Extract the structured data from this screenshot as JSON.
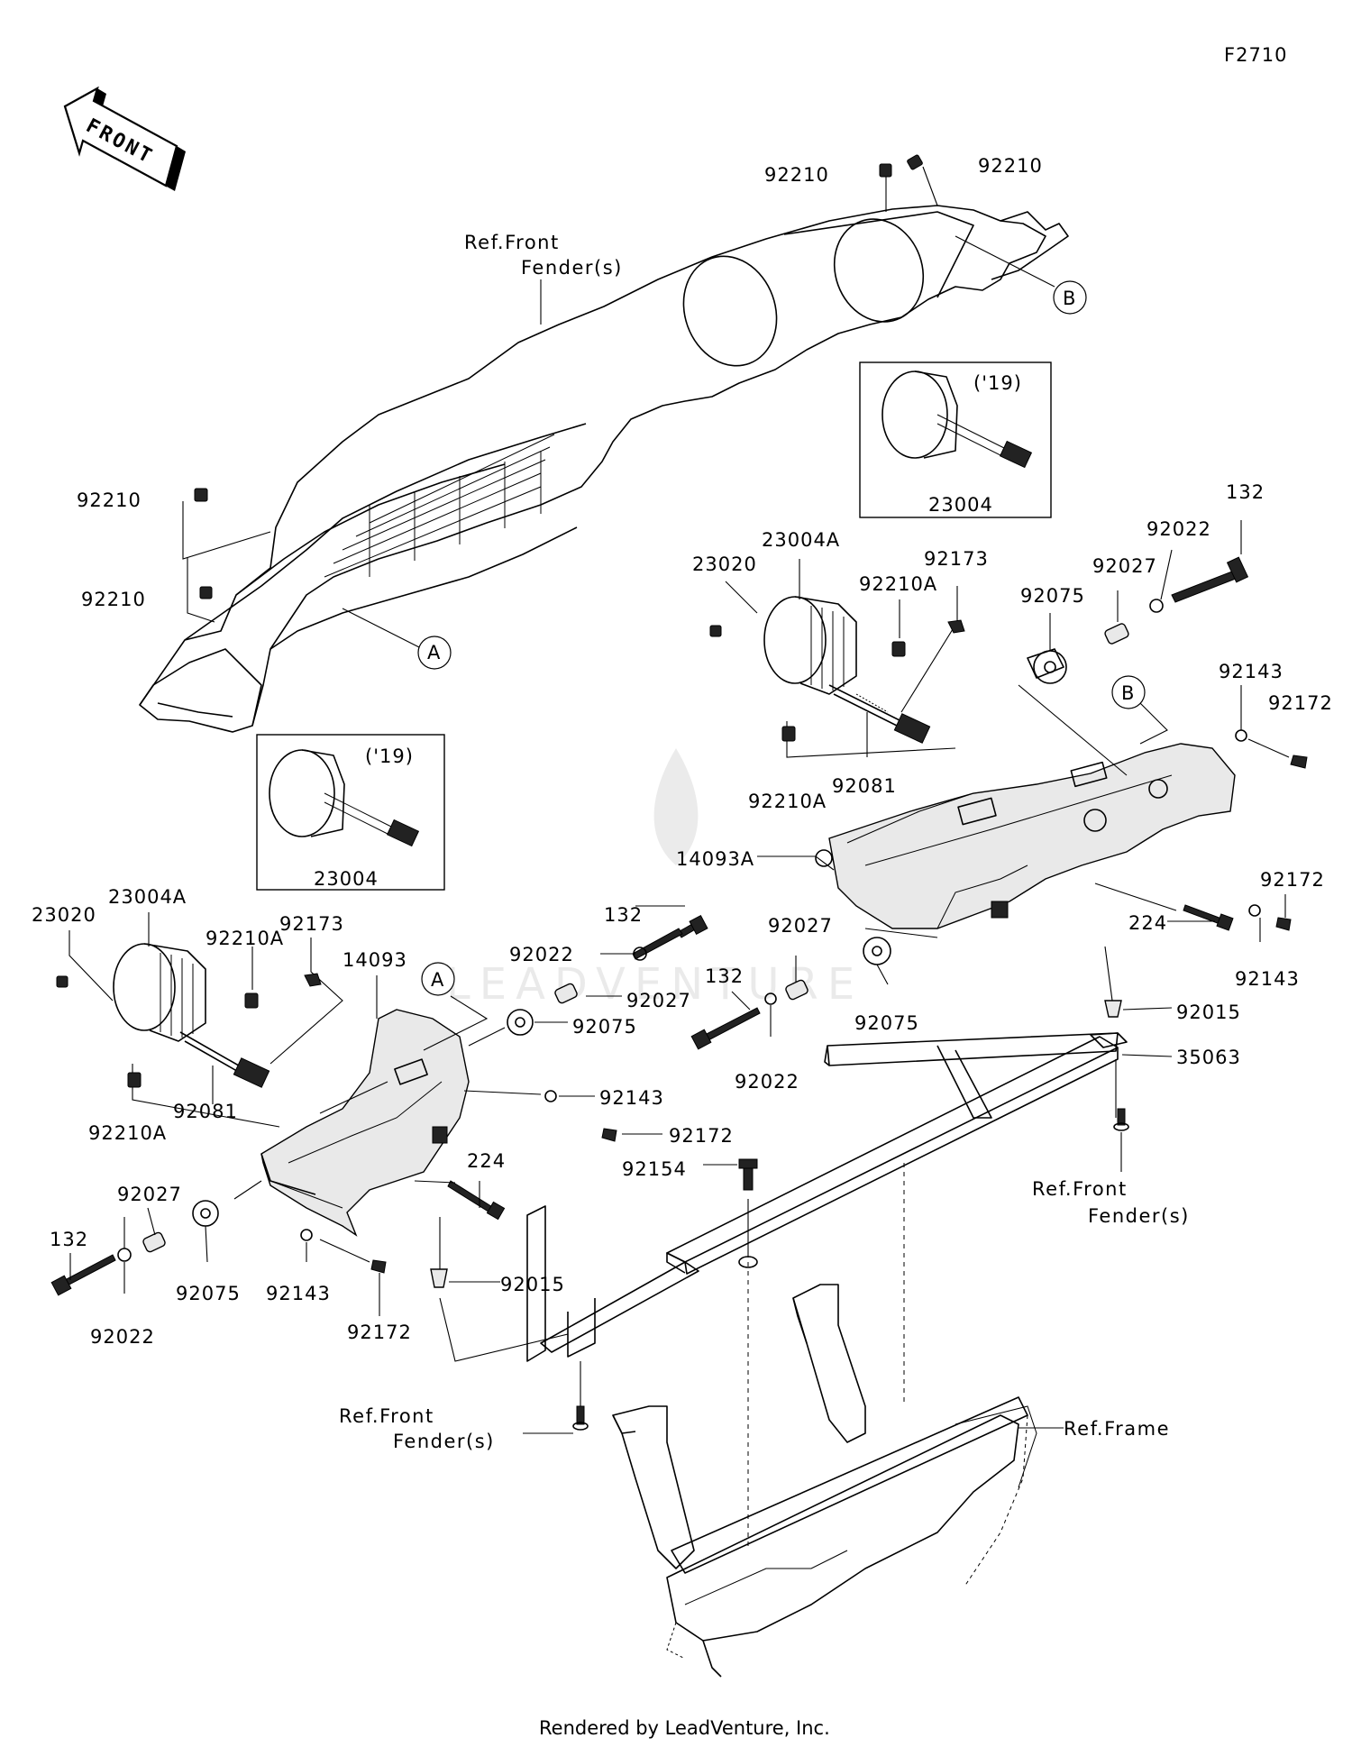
{
  "figure_id": "F2710",
  "front_label": "FRONT",
  "footer": "Rendered by LeadVenture, Inc.",
  "watermark": "LEADVENTURE",
  "callouts": {
    "a": "A",
    "b": "B"
  },
  "inset_variant": "('19)",
  "refs": {
    "front_fender_line1": "Ref.Front",
    "front_fender_line2": "Fender(s)",
    "frame": "Ref.Frame"
  },
  "part_labels": [
    {
      "id": "l1",
      "text": "92210"
    },
    {
      "id": "l2",
      "text": "92210"
    },
    {
      "id": "l3",
      "text": "92210"
    },
    {
      "id": "l4",
      "text": "92210"
    },
    {
      "id": "l5",
      "text": "23004"
    },
    {
      "id": "l6",
      "text": "23004"
    },
    {
      "id": "l7",
      "text": "23020"
    },
    {
      "id": "l8",
      "text": "23004A"
    },
    {
      "id": "l9",
      "text": "92210A"
    },
    {
      "id": "l10",
      "text": "92173"
    },
    {
      "id": "l11",
      "text": "92075"
    },
    {
      "id": "l12",
      "text": "92027"
    },
    {
      "id": "l13",
      "text": "92022"
    },
    {
      "id": "l14",
      "text": "132"
    },
    {
      "id": "l15",
      "text": "92143"
    },
    {
      "id": "l16",
      "text": "92172"
    },
    {
      "id": "l17",
      "text": "92210A"
    },
    {
      "id": "l18",
      "text": "92081"
    },
    {
      "id": "l19",
      "text": "14093A"
    },
    {
      "id": "l20",
      "text": "92172"
    },
    {
      "id": "l21",
      "text": "224"
    },
    {
      "id": "l22",
      "text": "92143"
    },
    {
      "id": "l23",
      "text": "92027"
    },
    {
      "id": "l24",
      "text": "92075"
    },
    {
      "id": "l25",
      "text": "132"
    },
    {
      "id": "l26",
      "text": "92022"
    },
    {
      "id": "l27",
      "text": "92015"
    },
    {
      "id": "l28",
      "text": "35063"
    },
    {
      "id": "l29",
      "text": "23020"
    },
    {
      "id": "l30",
      "text": "23004A"
    },
    {
      "id": "l31",
      "text": "92210A"
    },
    {
      "id": "l32",
      "text": "92173"
    },
    {
      "id": "l33",
      "text": "14093"
    },
    {
      "id": "l34",
      "text": "132"
    },
    {
      "id": "l35",
      "text": "92022"
    },
    {
      "id": "l36",
      "text": "92027"
    },
    {
      "id": "l37",
      "text": "92075"
    },
    {
      "id": "l38",
      "text": "92143"
    },
    {
      "id": "l39",
      "text": "92172"
    },
    {
      "id": "l40",
      "text": "92210A"
    },
    {
      "id": "l41",
      "text": "92081"
    },
    {
      "id": "l42",
      "text": "224"
    },
    {
      "id": "l43",
      "text": "92154"
    },
    {
      "id": "l44",
      "text": "92027"
    },
    {
      "id": "l45",
      "text": "92075"
    },
    {
      "id": "l46",
      "text": "132"
    },
    {
      "id": "l47",
      "text": "92022"
    },
    {
      "id": "l48",
      "text": "92143"
    },
    {
      "id": "l49",
      "text": "92172"
    },
    {
      "id": "l50",
      "text": "92015"
    }
  ]
}
